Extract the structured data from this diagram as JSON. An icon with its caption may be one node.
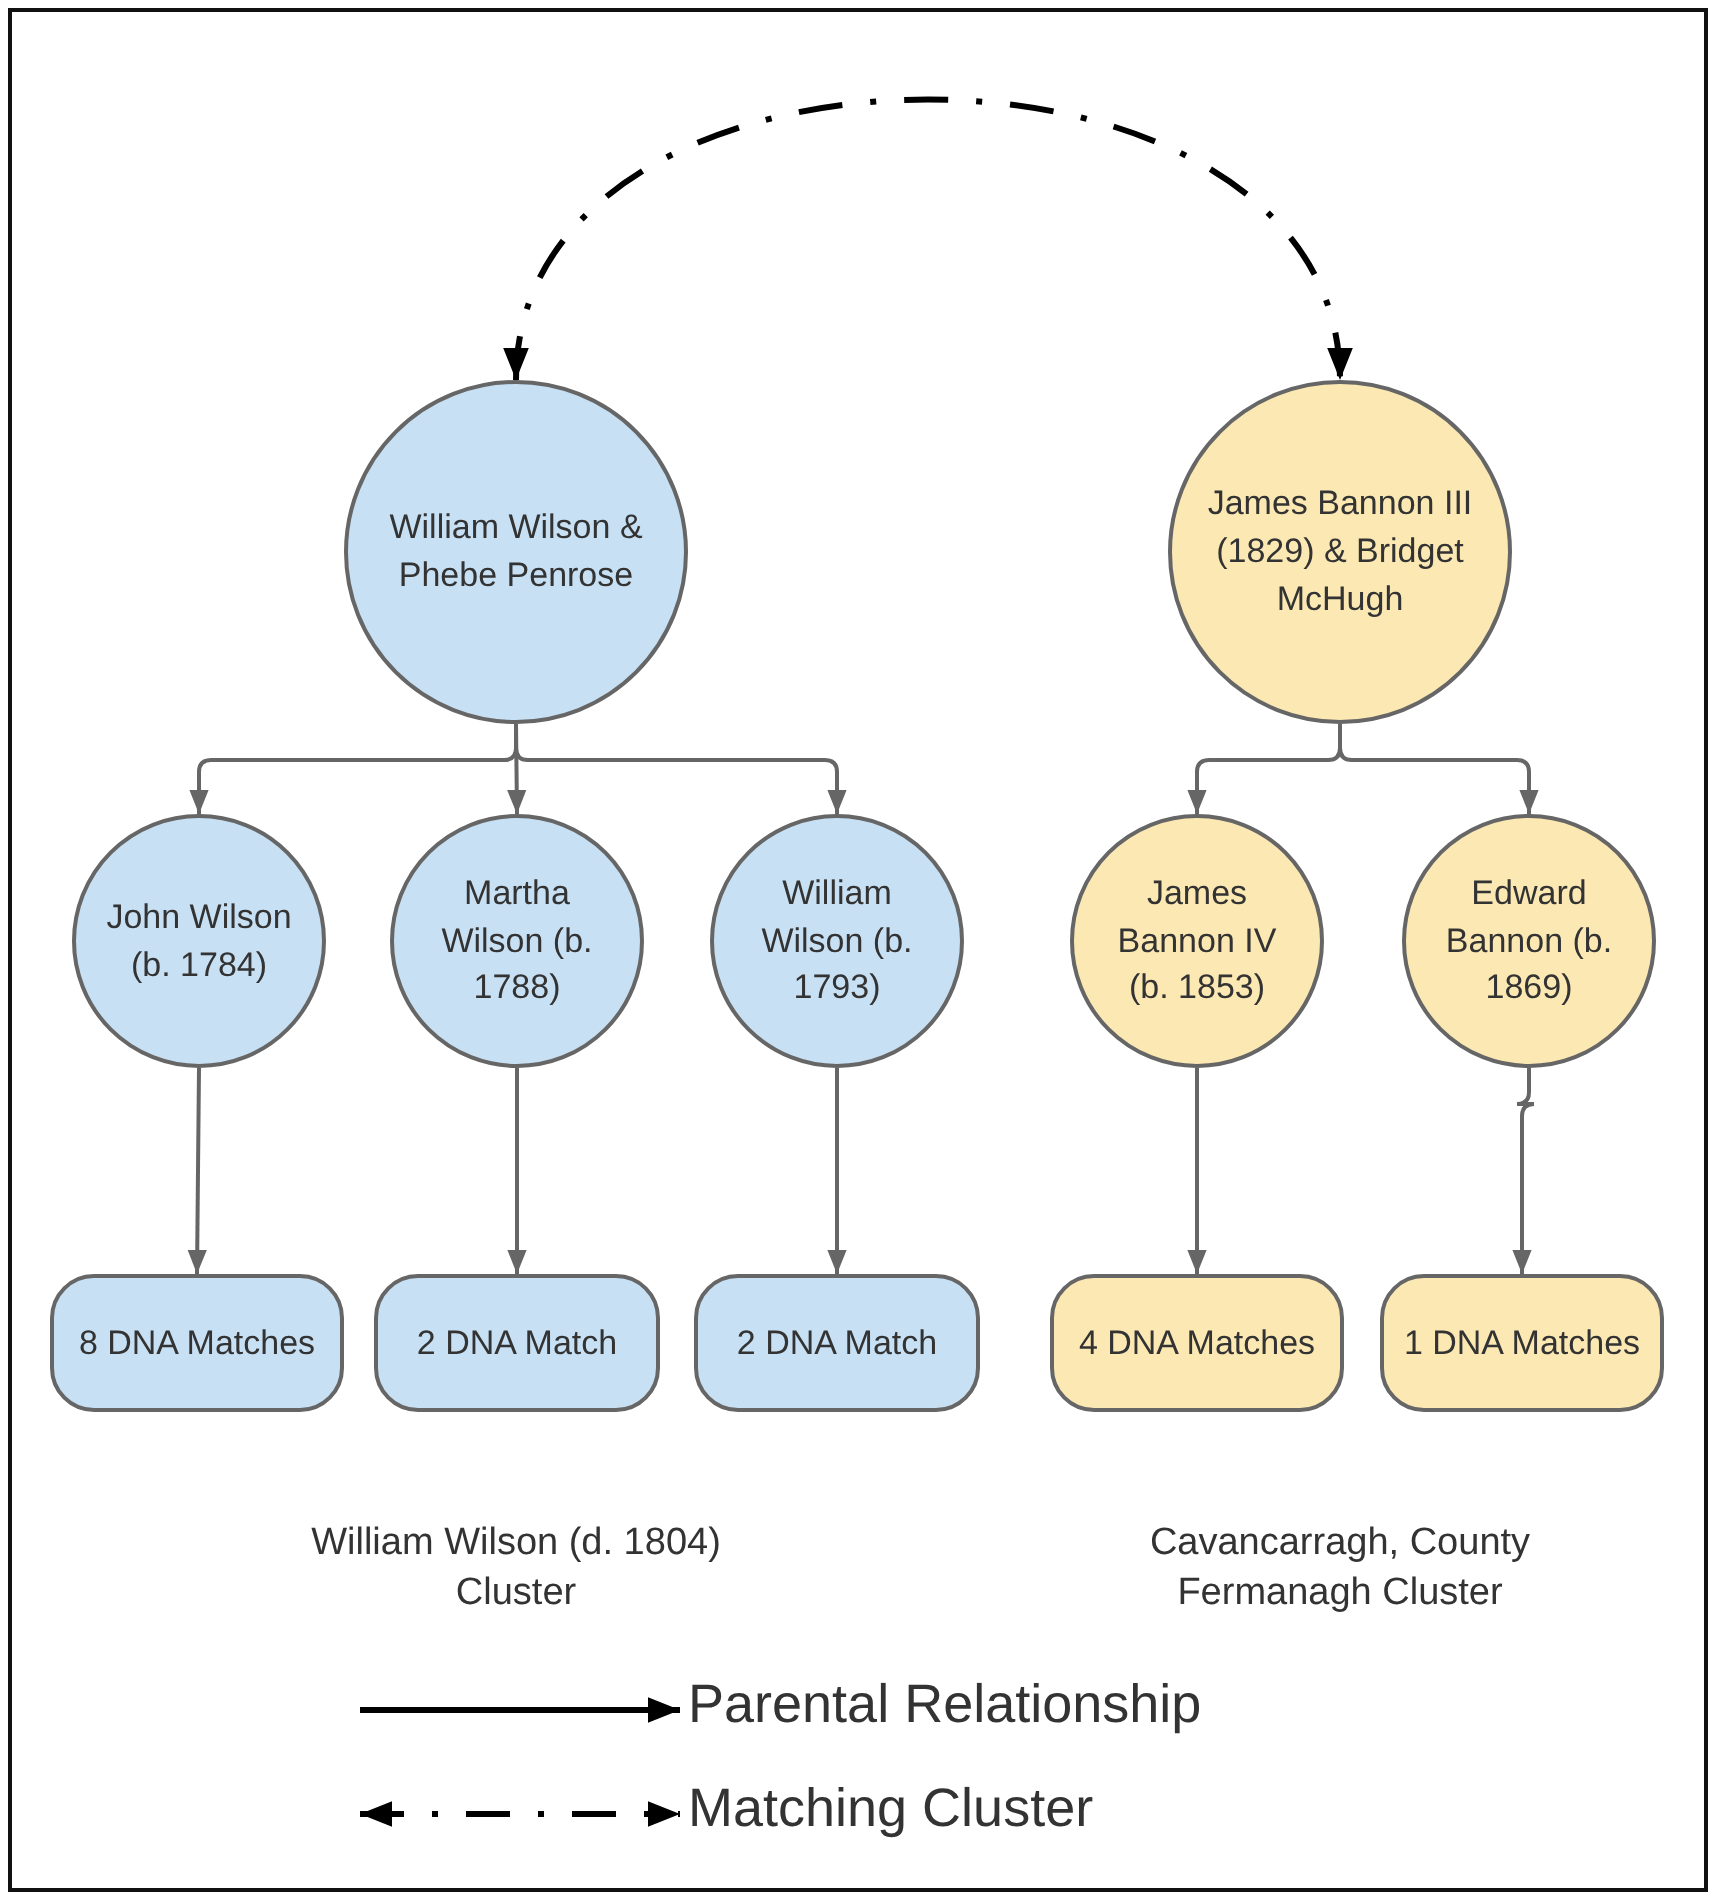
{
  "diagram": {
    "nodes": [
      {
        "text": [
          "William Wilson & Phebe Penrose"
        ]
      },
      {
        "text": [
          "James Bannon III (1829) & Bridget McHugh"
        ]
      },
      {
        "text": [
          "John Wilson (b. 1784)"
        ]
      },
      {
        "text": [
          "Martha Wilson (b. 1788)"
        ]
      },
      {
        "text": [
          "William Wilson (b. 1793)"
        ]
      },
      {
        "text": [
          "James Bannon IV (b. 1853)"
        ]
      },
      {
        "text": [
          "Edward Bannon (b. 1869)"
        ]
      },
      {
        "text": [
          "8 DNA Matches"
        ]
      },
      {
        "text": [
          "2 DNA Match"
        ]
      },
      {
        "text": [
          "2 DNA Match"
        ]
      },
      {
        "text": [
          "4 DNA Matches"
        ]
      },
      {
        "text": [
          "1 DNA Matches"
        ]
      }
    ],
    "edges": [
      {
        "from": 0,
        "to": 1,
        "arrow": "both",
        "style": "dashed",
        "color": "#000000"
      },
      {
        "from": 0,
        "to": 2,
        "arrow": "to"
      },
      {
        "from": 0,
        "to": 3,
        "arrow": "to"
      },
      {
        "from": 0,
        "to": 4,
        "arrow": "to"
      },
      {
        "from": 1,
        "to": 5,
        "arrow": "to"
      },
      {
        "from": 1,
        "to": 6,
        "arrow": "to"
      },
      {
        "from": 2,
        "to": 7,
        "arrow": "to"
      },
      {
        "from": 3,
        "to": 8,
        "arrow": "to"
      },
      {
        "from": 4,
        "to": 9,
        "arrow": "to"
      },
      {
        "from": 5,
        "to": 10,
        "arrow": "to"
      },
      {
        "from": 6,
        "to": 11,
        "arrow": "to"
      }
    ],
    "labels": [
      "William Wilson (d. 1804) Cluster",
      "Cavancarragh, County Fermanagh Cluster"
    ],
    "legend": [
      {
        "text": "Parental Relationship"
      },
      {
        "text": "Matching Cluster"
      }
    ]
  }
}
